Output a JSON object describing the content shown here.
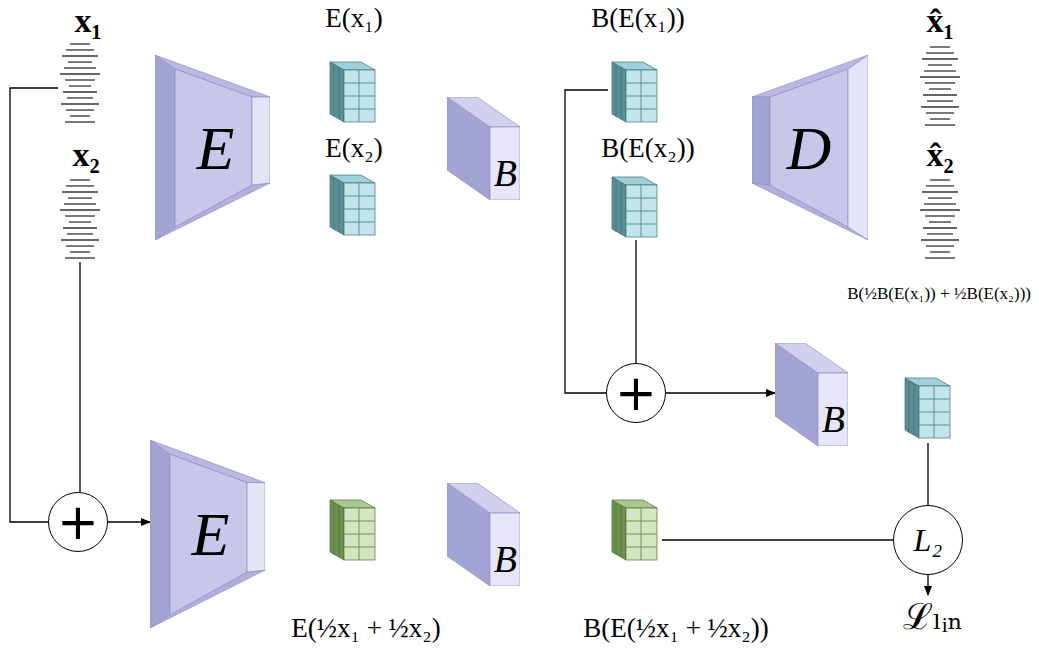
{
  "diagram": {
    "nodes": [
      {
        "text": [
          "E"
        ]
      },
      {
        "text": [
          "B"
        ]
      },
      {
        "text": [
          "D"
        ]
      },
      {
        "text": [
          "+"
        ]
      },
      {
        "text": [
          "B"
        ]
      },
      {
        "text": [
          "+"
        ]
      },
      {
        "text": [
          "E"
        ]
      },
      {
        "text": [
          "B"
        ]
      },
      {
        "text": [
          "L₂"
        ]
      }
    ],
    "edges": [
      {
        "from": 3,
        "to": 4,
        "arrow": "to"
      },
      {
        "from": 5,
        "to": 6,
        "arrow": "to"
      }
    ],
    "labels": [
      "x₁",
      "x₂",
      "E(x₁)",
      "E(x₂)",
      "B(E(x₁))",
      "B(E(x₂))",
      "x̂₁",
      "x̂₂",
      "B(½B(E(x₁)) + ½B(E(x₂)))",
      "E(½x₁ + ½x₂)",
      "B(E(½x₁ + ½x₂))",
      "ℒₗᵢₙ"
    ]
  }
}
